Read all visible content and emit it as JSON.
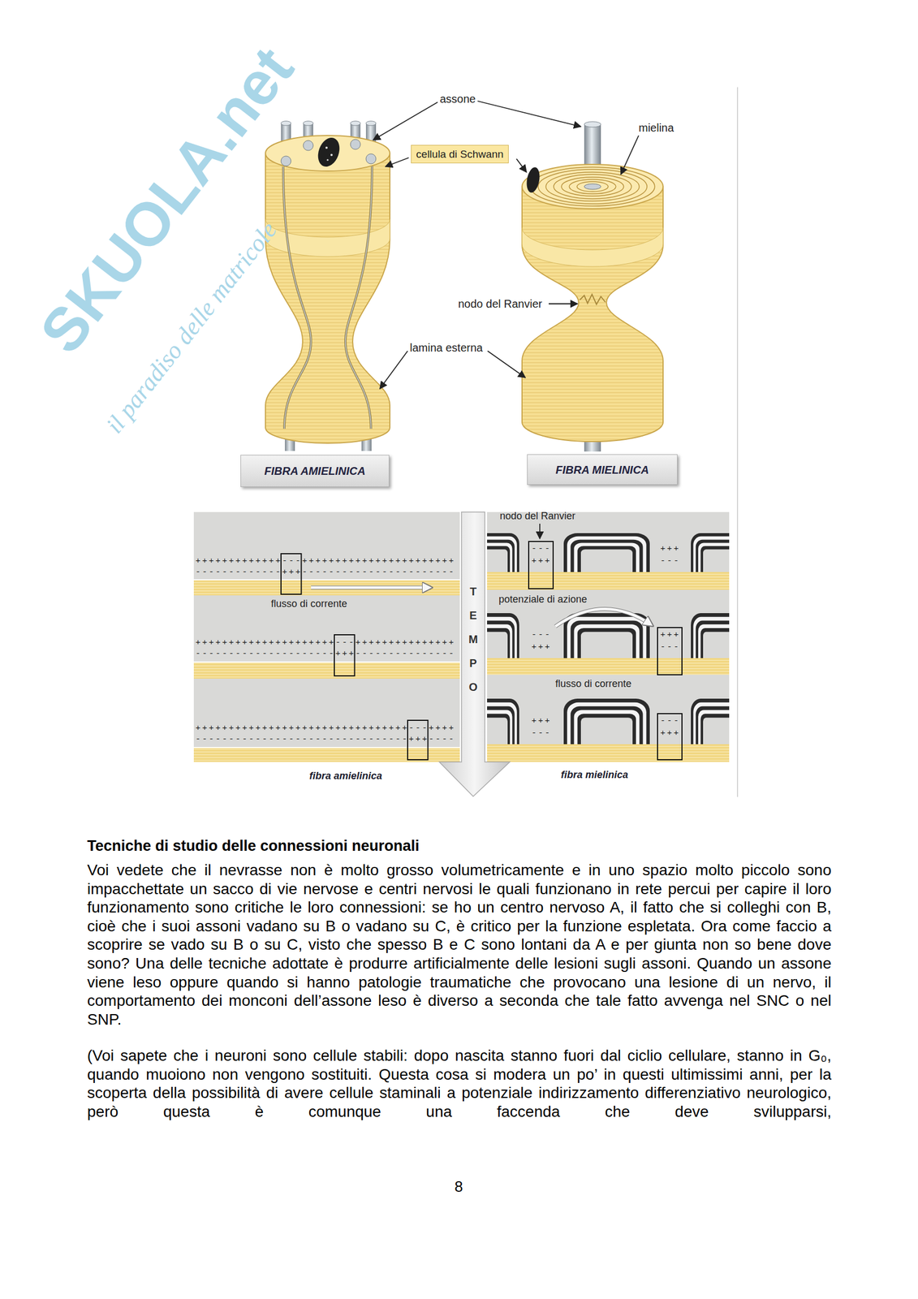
{
  "diagram": {
    "title": "Tecniche di studio delle connessioni neuronali",
    "nodes": [
      {
        "text": [
          "cellula di Schwann"
        ]
      },
      {
        "text": [
          "FIBRA AMIELINICA"
        ]
      },
      {
        "text": [
          "FIBRA MIELINICA"
        ]
      }
    ],
    "labels": [
      "SKUOLA.net",
      "il paradiso delle matricole",
      "assone",
      "mielina",
      "nodo del Ranvier",
      "lamina esterna",
      "nodo del Ranvier",
      "+++++++++++++---+++++++++++++++++++++++",
      "-------------+++-----------------------",
      "flusso di corrente",
      "+++++++++++++++++++++---+++++++++++++++",
      "---------------------+++---------------",
      "++++++++++++++++++++++++++++++++---++++",
      "--------------------------------+++----",
      "TEMPO",
      "---",
      "+++",
      "+++",
      "---",
      "potenziale di azione",
      "---",
      "+++",
      "+++",
      "---",
      "flusso di corrente",
      "+++",
      "---",
      "---",
      "+++",
      "fibra amielinica",
      "fibra mielinica",
      "Voi vedete che il nevrasse non è molto grosso volumetricamente e in uno spazio molto piccolo sono impacchettate un sacco di vie nervose e centri nervosi le quali funzionano in rete percui per capire il loro funzionamento sono critiche le loro connessioni: se ho un centro nervoso A, il fatto che si colleghi con B, cioè che i suoi assoni vadano su B o vadano su C, è critico per la funzione espletata. Ora come faccio a scoprire se vado su B o su C, visto che spesso B e C sono lontani da A e per giunta non so bene dove sono? Una delle tecniche adottate è produrre artificialmente delle lesioni sugli assoni. Quando un assone viene leso oppure quando si hanno patologie traumatiche che provocano una lesione di un nervo, il comportamento dei monconi dell’assone leso è diverso a seconda che tale fatto avvenga nel SNC o nel SNP.",
      "(Voi sapete che i neuroni sono cellule stabili: dopo nascita stanno fuori dal ciclio cellulare, stanno in G₀, quando muoiono non vengono sostituiti. Questa cosa si modera un po’ in questi ultimissimi anni, per la scoperta della possibilità di avere cellule staminali a potenziale indirizzamento differenziativo neurologico, però questa è comunque una faccenda che deve svilupparsi,",
      "8"
    ]
  }
}
